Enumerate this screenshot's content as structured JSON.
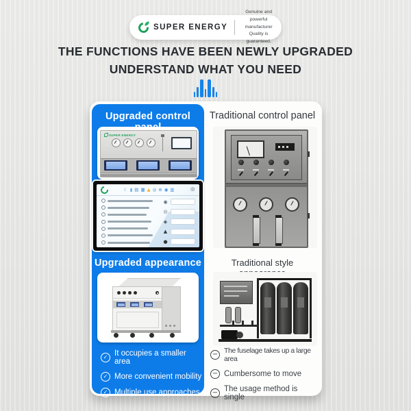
{
  "brand": {
    "name": "SUPER ENERGY",
    "tagline_line1": "Genuine and powerful manufacturer",
    "tagline_line2": "Quality is guaranteed."
  },
  "headline": {
    "line1": "THE FUNCTIONS HAVE BEEN NEWLY UPGRADED",
    "line2": "UNDERSTAND WHAT YOU NEED"
  },
  "comparison": {
    "upgraded": {
      "panel_title": "Upgraded control panel",
      "appearance_title": "Upgraded appearance",
      "bullets": [
        "It occupies a smaller area",
        "More convenient mobility",
        "Multiple use approaches"
      ]
    },
    "traditional": {
      "panel_title": "Traditional control panel",
      "appearance_title": "Traditional style appearance",
      "bullets": [
        "The fuselage takes up a large area",
        "Cumbersome to move",
        "The usage method is single"
      ]
    }
  },
  "photo_text": {
    "panel_logo": "SUPER ENERGY"
  },
  "icons": {
    "check": "✓",
    "minus": "−",
    "gear": "⊛",
    "screen_topbar": [
      "☾",
      "▮",
      "▤",
      "▦",
      "▲",
      "◎",
      "⊕",
      "◉",
      "▥"
    ],
    "screen_side": [
      "◉",
      "◎",
      "◆",
      "▲",
      "●"
    ]
  },
  "colors": {
    "accent_blue": "#0e7ce8",
    "headline_text": "#282d32",
    "page_background": "#eaeae8",
    "card_background": "#ffffff",
    "brand_green": "#1fa15b",
    "equalizer_blue": "#1583ea"
  }
}
